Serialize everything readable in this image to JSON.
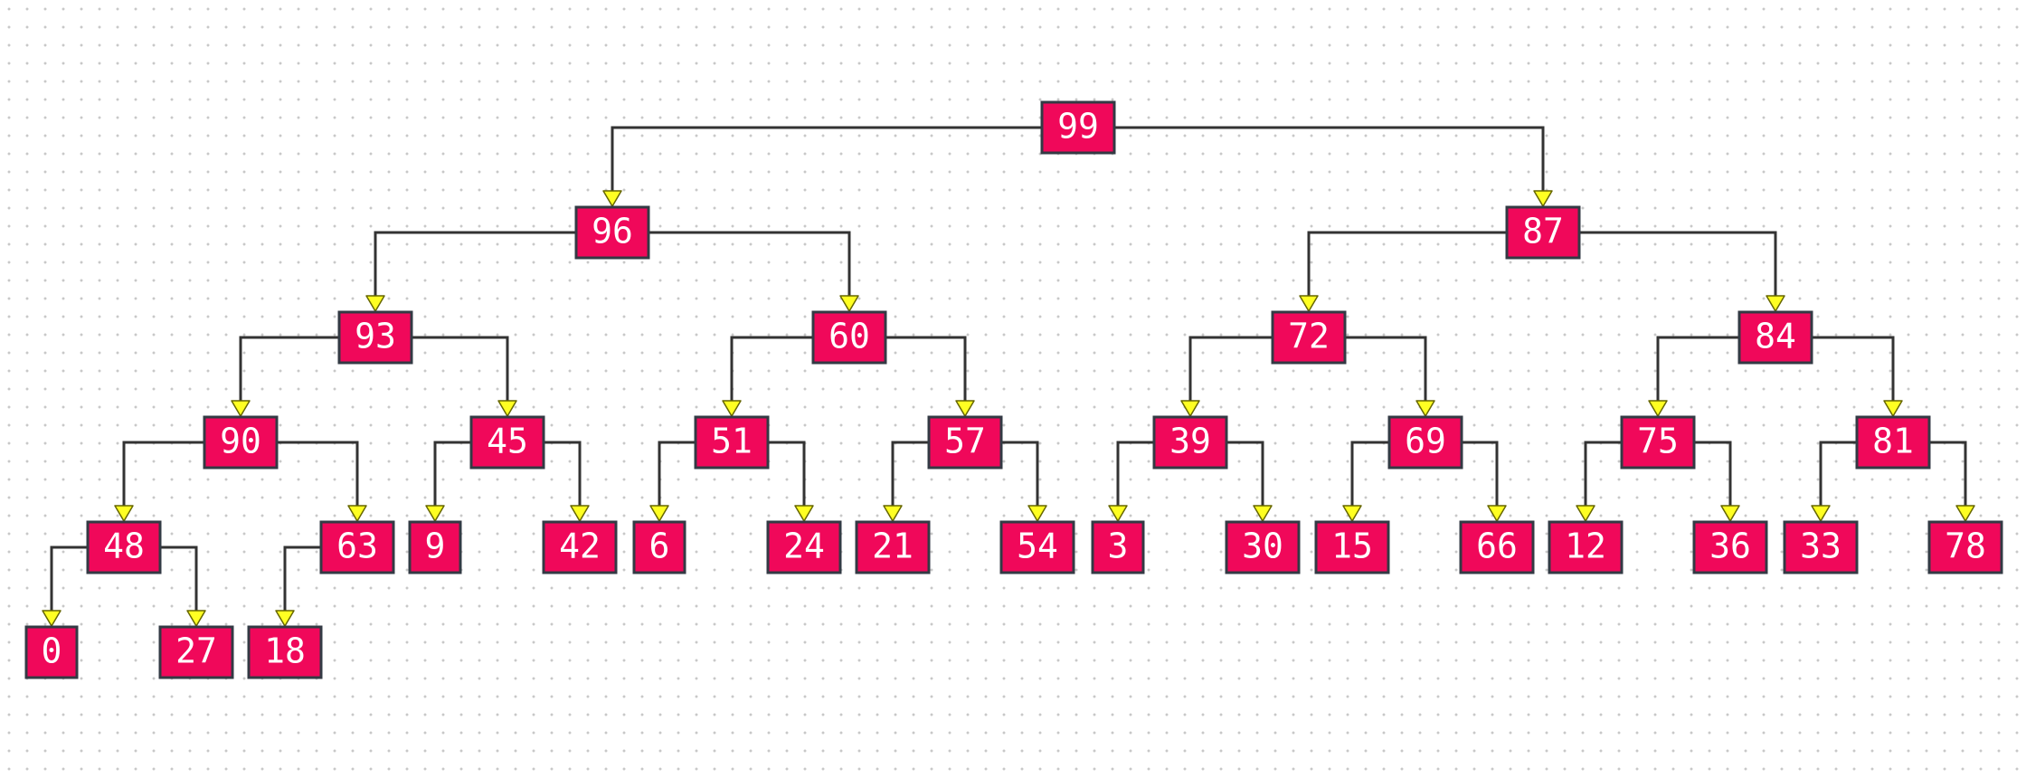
{
  "diagram": {
    "type": "binary-tree",
    "colors": {
      "node_fill": "#f0085a",
      "node_border": "#333a44",
      "edge": "#333333",
      "arrow_fill": "#ffff22",
      "arrow_border": "#666600",
      "label": "#ffffff"
    },
    "nodes": [
      {
        "id": "n99",
        "label": "99"
      },
      {
        "id": "n96",
        "label": "96"
      },
      {
        "id": "n87",
        "label": "87"
      },
      {
        "id": "n93",
        "label": "93"
      },
      {
        "id": "n60",
        "label": "60"
      },
      {
        "id": "n72",
        "label": "72"
      },
      {
        "id": "n84",
        "label": "84"
      },
      {
        "id": "n90",
        "label": "90"
      },
      {
        "id": "n45",
        "label": "45"
      },
      {
        "id": "n51",
        "label": "51"
      },
      {
        "id": "n57",
        "label": "57"
      },
      {
        "id": "n39",
        "label": "39"
      },
      {
        "id": "n69",
        "label": "69"
      },
      {
        "id": "n75",
        "label": "75"
      },
      {
        "id": "n81",
        "label": "81"
      },
      {
        "id": "n48",
        "label": "48"
      },
      {
        "id": "n63",
        "label": "63"
      },
      {
        "id": "n9",
        "label": "9"
      },
      {
        "id": "n42",
        "label": "42"
      },
      {
        "id": "n6",
        "label": "6"
      },
      {
        "id": "n24",
        "label": "24"
      },
      {
        "id": "n21",
        "label": "21"
      },
      {
        "id": "n54",
        "label": "54"
      },
      {
        "id": "n3",
        "label": "3"
      },
      {
        "id": "n30",
        "label": "30"
      },
      {
        "id": "n15",
        "label": "15"
      },
      {
        "id": "n66",
        "label": "66"
      },
      {
        "id": "n12",
        "label": "12"
      },
      {
        "id": "n36",
        "label": "36"
      },
      {
        "id": "n33",
        "label": "33"
      },
      {
        "id": "n78",
        "label": "78"
      },
      {
        "id": "n0",
        "label": "0"
      },
      {
        "id": "n27",
        "label": "27"
      },
      {
        "id": "n18",
        "label": "18"
      }
    ],
    "edges": [
      [
        "n99",
        "n96"
      ],
      [
        "n99",
        "n87"
      ],
      [
        "n96",
        "n93"
      ],
      [
        "n96",
        "n60"
      ],
      [
        "n87",
        "n72"
      ],
      [
        "n87",
        "n84"
      ],
      [
        "n93",
        "n90"
      ],
      [
        "n93",
        "n45"
      ],
      [
        "n60",
        "n51"
      ],
      [
        "n60",
        "n57"
      ],
      [
        "n72",
        "n39"
      ],
      [
        "n72",
        "n69"
      ],
      [
        "n84",
        "n75"
      ],
      [
        "n84",
        "n81"
      ],
      [
        "n90",
        "n48"
      ],
      [
        "n90",
        "n63"
      ],
      [
        "n45",
        "n9"
      ],
      [
        "n45",
        "n42"
      ],
      [
        "n51",
        "n6"
      ],
      [
        "n51",
        "n24"
      ],
      [
        "n57",
        "n21"
      ],
      [
        "n57",
        "n54"
      ],
      [
        "n39",
        "n3"
      ],
      [
        "n39",
        "n30"
      ],
      [
        "n69",
        "n15"
      ],
      [
        "n69",
        "n66"
      ],
      [
        "n75",
        "n12"
      ],
      [
        "n75",
        "n36"
      ],
      [
        "n81",
        "n33"
      ],
      [
        "n81",
        "n78"
      ],
      [
        "n48",
        "n0"
      ],
      [
        "n48",
        "n27"
      ],
      [
        "n63",
        "n18"
      ]
    ]
  }
}
